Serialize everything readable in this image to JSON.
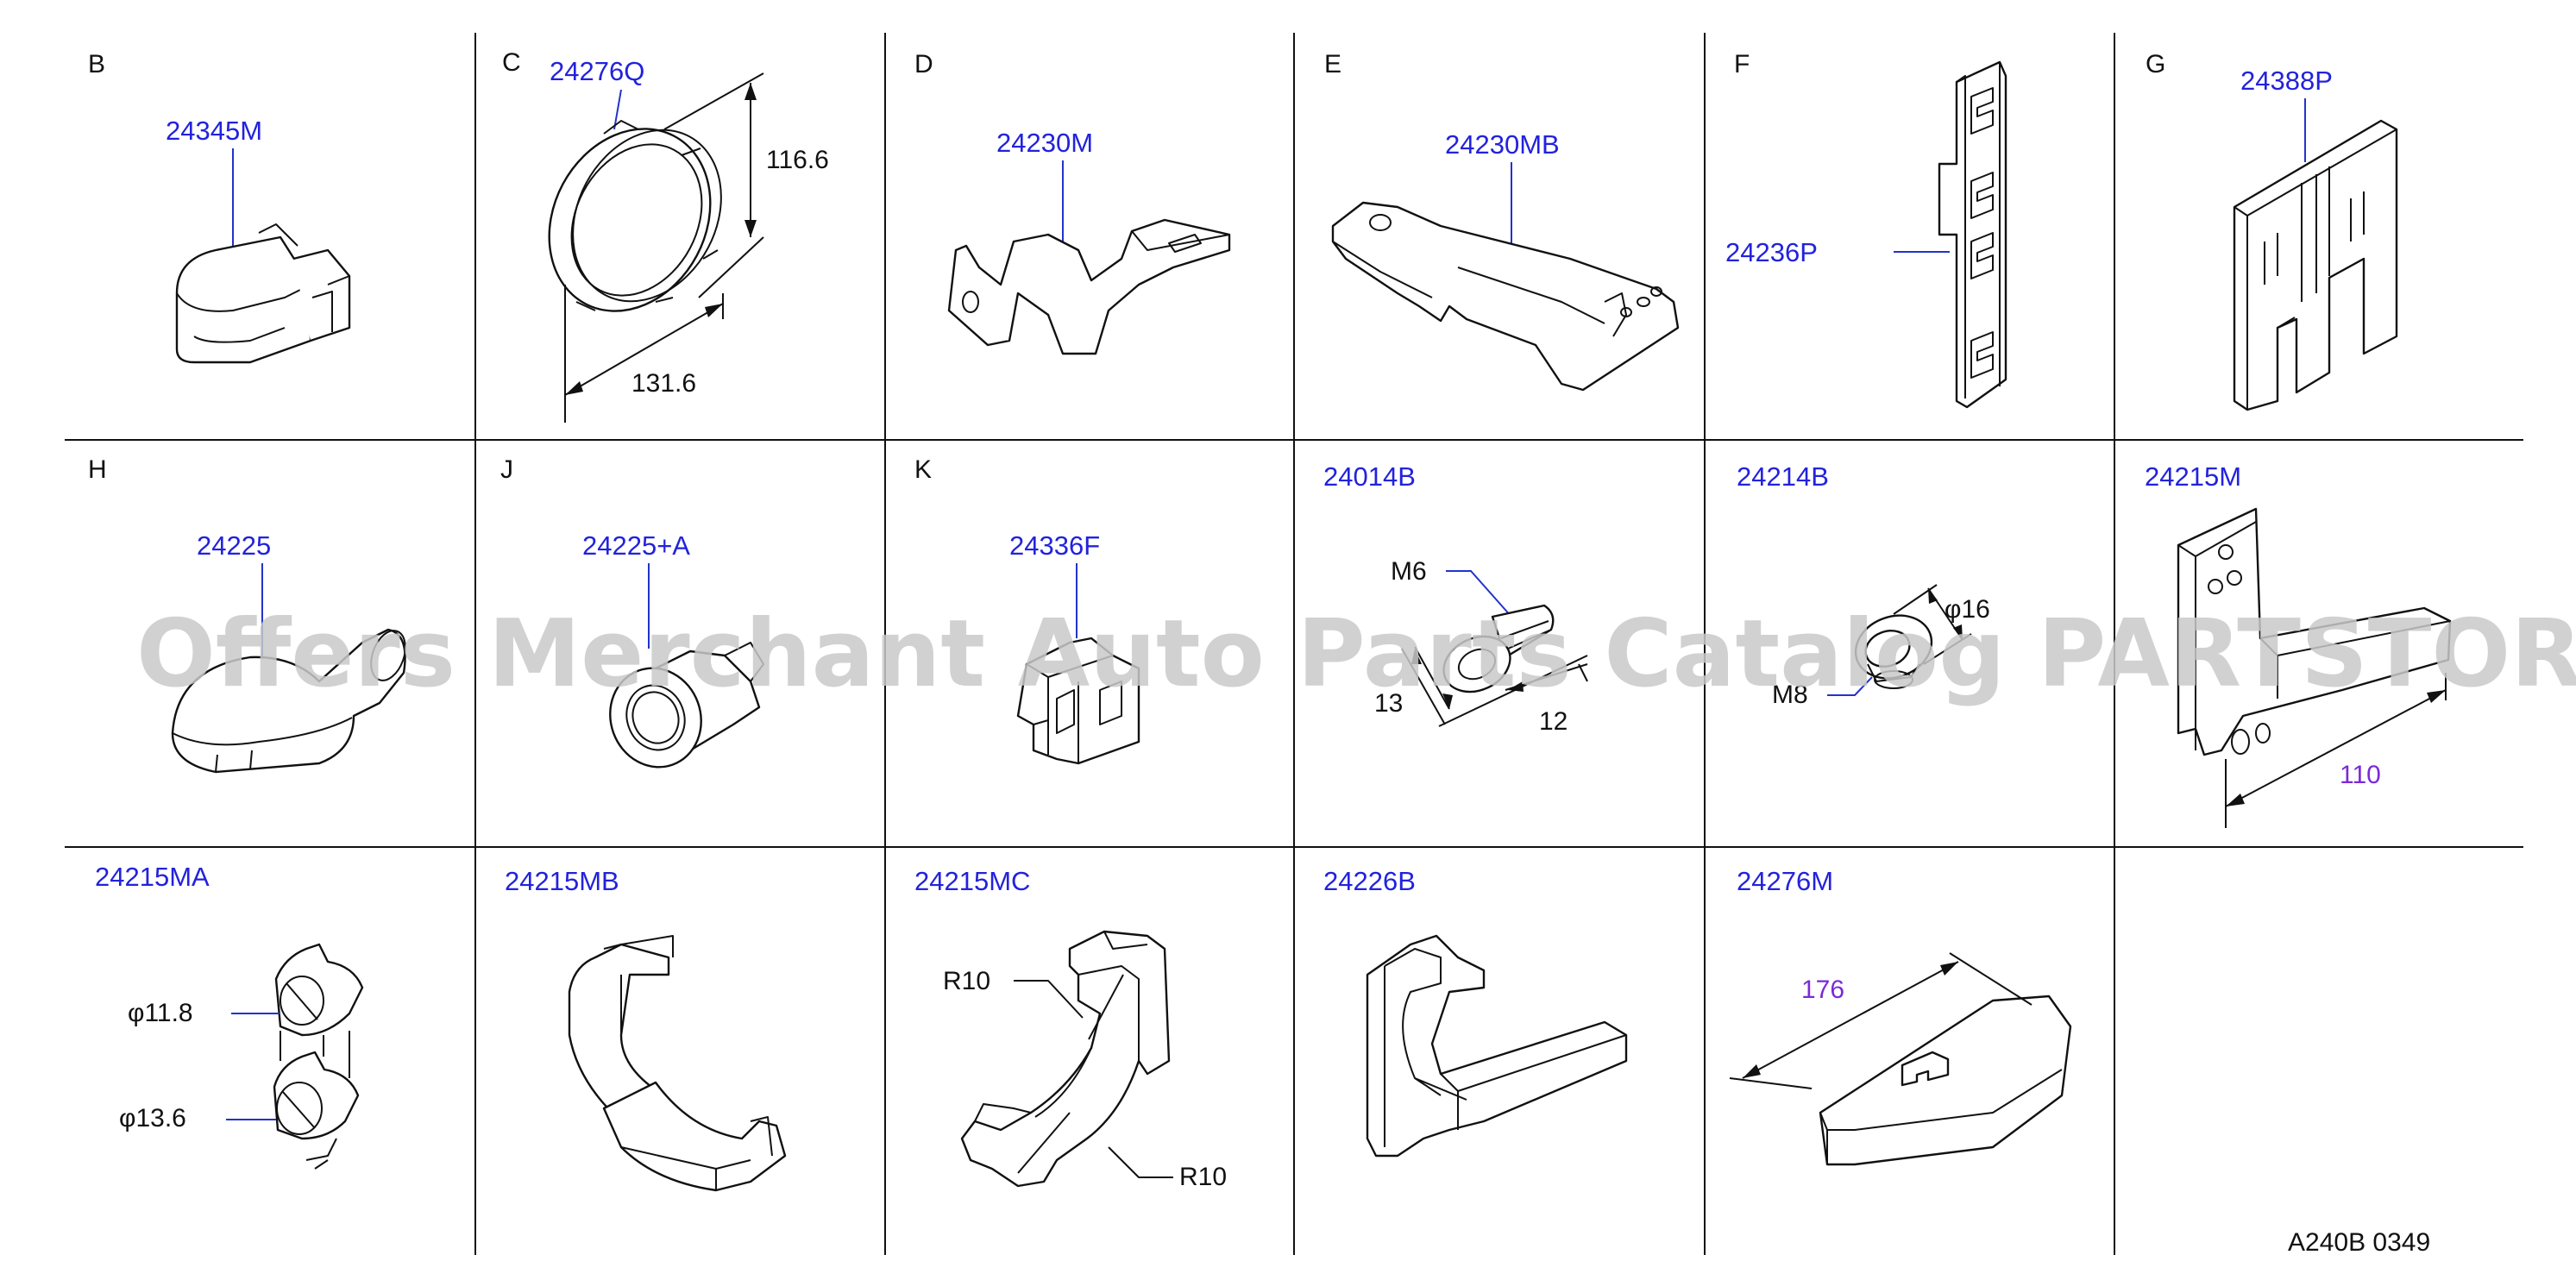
{
  "watermark": "Offers Merchant Auto Parts Catalog PARTSTORE.SA",
  "reference": "A240B  0349",
  "cells": [
    {
      "letter": "B",
      "part": "24345M",
      "dims": []
    },
    {
      "letter": "C",
      "part": "24276Q",
      "dims": [
        "116.6",
        "131.6"
      ]
    },
    {
      "letter": "D",
      "part": "24230M",
      "dims": []
    },
    {
      "letter": "E",
      "part": "24230MB",
      "dims": []
    },
    {
      "letter": "F",
      "part": "24236P",
      "dims": []
    },
    {
      "letter": "G",
      "part": "24388P",
      "dims": []
    },
    {
      "letter": "H",
      "part": "24225",
      "dims": []
    },
    {
      "letter": "J",
      "part": "24225+A",
      "dims": []
    },
    {
      "letter": "K",
      "part": "24336F",
      "dims": []
    },
    {
      "letter": "",
      "part": "24014B",
      "dims": [
        "M6",
        "13",
        "12"
      ]
    },
    {
      "letter": "",
      "part": "24214B",
      "dims": [
        "φ16",
        "M8"
      ]
    },
    {
      "letter": "",
      "part": "24215M",
      "dims": [
        "110"
      ]
    },
    {
      "letter": "",
      "part": "24215MA",
      "dims": [
        "φ11.8",
        "φ13.6"
      ]
    },
    {
      "letter": "",
      "part": "24215MB",
      "dims": []
    },
    {
      "letter": "",
      "part": "24215MC",
      "dims": [
        "R10",
        "R10"
      ]
    },
    {
      "letter": "",
      "part": "24226B",
      "dims": []
    },
    {
      "letter": "",
      "part": "24276M",
      "dims": [
        "176"
      ]
    },
    {
      "letter": "",
      "part": "",
      "dims": []
    }
  ]
}
